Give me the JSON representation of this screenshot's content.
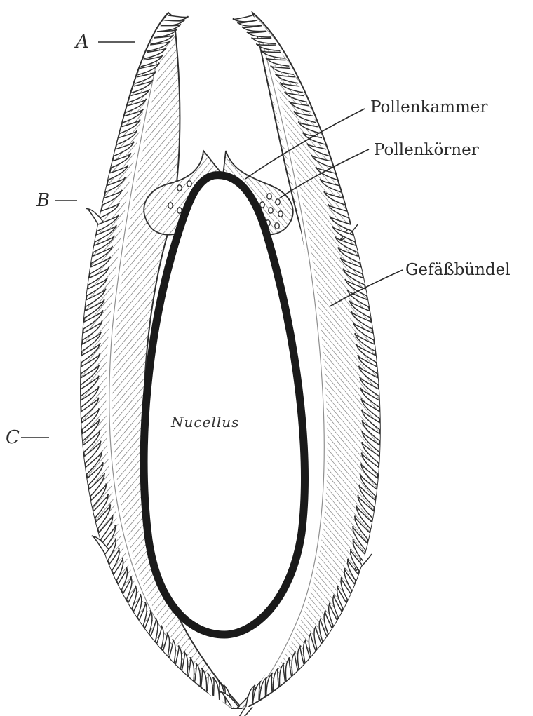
{
  "labels": {
    "a": "A",
    "b": "B",
    "c": "C",
    "pollenkammer": "Pollenkammer",
    "pollenkoerner": "Pollenkörner",
    "gefaessbuendel": "Gefäßbündel",
    "nucellus": "Nucellus"
  }
}
